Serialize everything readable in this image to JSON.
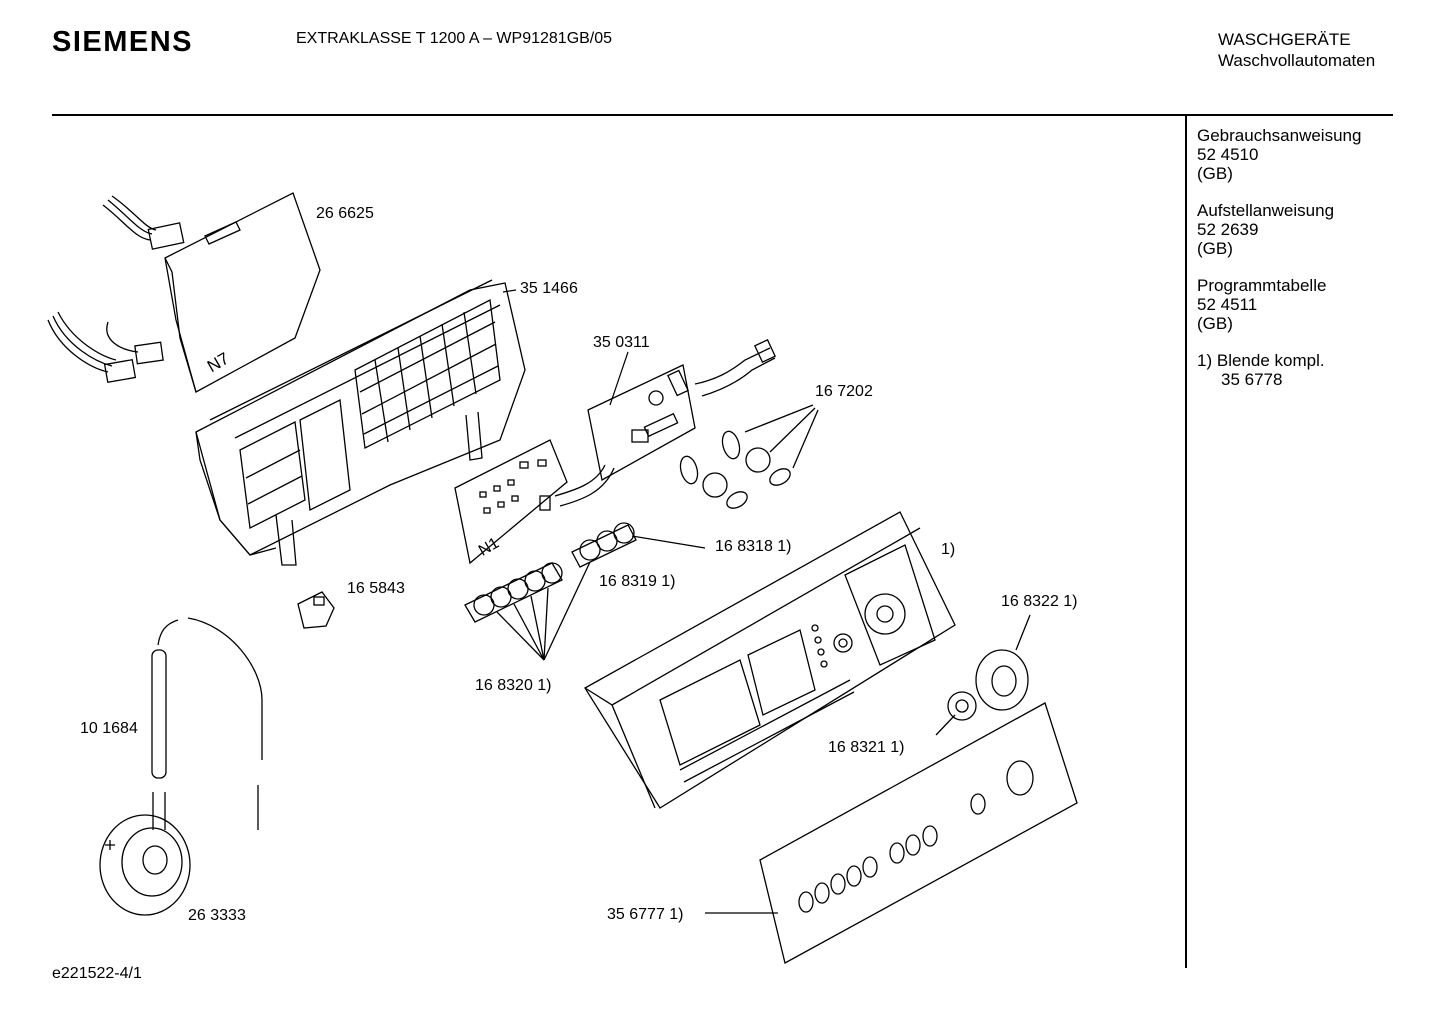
{
  "header": {
    "brand": "SIEMENS",
    "model": "EXTRAKLASSE T 1200 A – WP91281GB/05",
    "category": "WASCHGERÄTE",
    "subcategory": "Waschvollautomaten"
  },
  "sidebar": {
    "docs": [
      {
        "title": "Gebrauchsanweisung",
        "number": "52 4510",
        "region": "(GB)"
      },
      {
        "title": "Aufstellanweisung",
        "number": "52 2639",
        "region": "(GB)"
      },
      {
        "title": "Programmtabelle",
        "number": "52 4511",
        "region": "(GB)"
      }
    ],
    "note": {
      "marker": "1)",
      "text": "Blende kompl.",
      "number": "35 6778"
    }
  },
  "parts": {
    "p266625": "26 6625",
    "p351466": "35 1466",
    "p350311": "35 0311",
    "p167202": "16 7202",
    "p1683181": "16 8318 1)",
    "p1683191": "16 8319 1)",
    "p165843": "16 5843",
    "p1683201": "16 8320 1)",
    "pnote1": "1)",
    "p1683221": "16 8322 1)",
    "p1683211": "16 8321 1)",
    "p101684": "10 1684",
    "p263333": "26 3333",
    "p3567771": "35 6777 1)"
  },
  "board_marks": {
    "n7": "N7",
    "n1": "N1"
  },
  "footer": {
    "drawing_id": "e221522-4/1"
  }
}
